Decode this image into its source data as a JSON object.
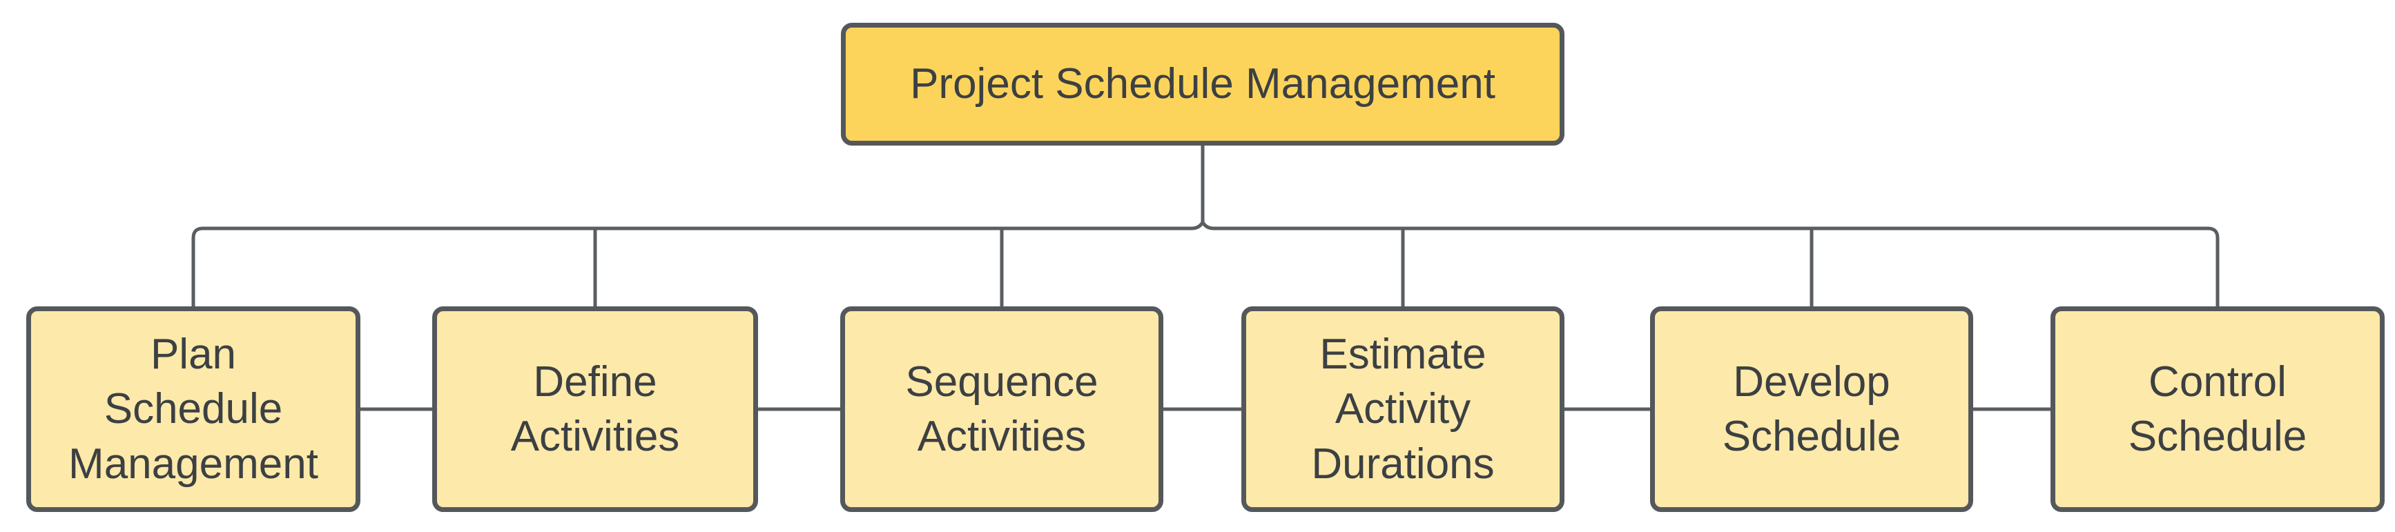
{
  "diagram": {
    "type": "hierarchy-flowchart",
    "root": {
      "id": "project-schedule-management",
      "label": "Project Schedule Management"
    },
    "children": [
      {
        "id": "plan-schedule-management",
        "label": "Plan\nSchedule\nManagement"
      },
      {
        "id": "define-activities",
        "label": "Define\nActivities"
      },
      {
        "id": "sequence-activities",
        "label": "Sequence\nActivities"
      },
      {
        "id": "estimate-activity-durations",
        "label": "Estimate\nActivity\nDurations"
      },
      {
        "id": "develop-schedule",
        "label": "Develop\nSchedule"
      },
      {
        "id": "control-schedule",
        "label": "Control\nSchedule"
      }
    ],
    "connections": {
      "root_to_trunk": "vertical line from bottom center of root to horizontal trunk",
      "trunk_to_children": "trunk line with drops to top center of each child",
      "sibling_links": "horizontal lines between adjacent children at mid-height"
    }
  },
  "colors": {
    "background": "#FFFFFF",
    "root_fill": "#FCD45B",
    "child_fill": "#FDE9A9",
    "stroke": "#54585B",
    "connector": "#5A5E61",
    "text": "#3C4043"
  }
}
